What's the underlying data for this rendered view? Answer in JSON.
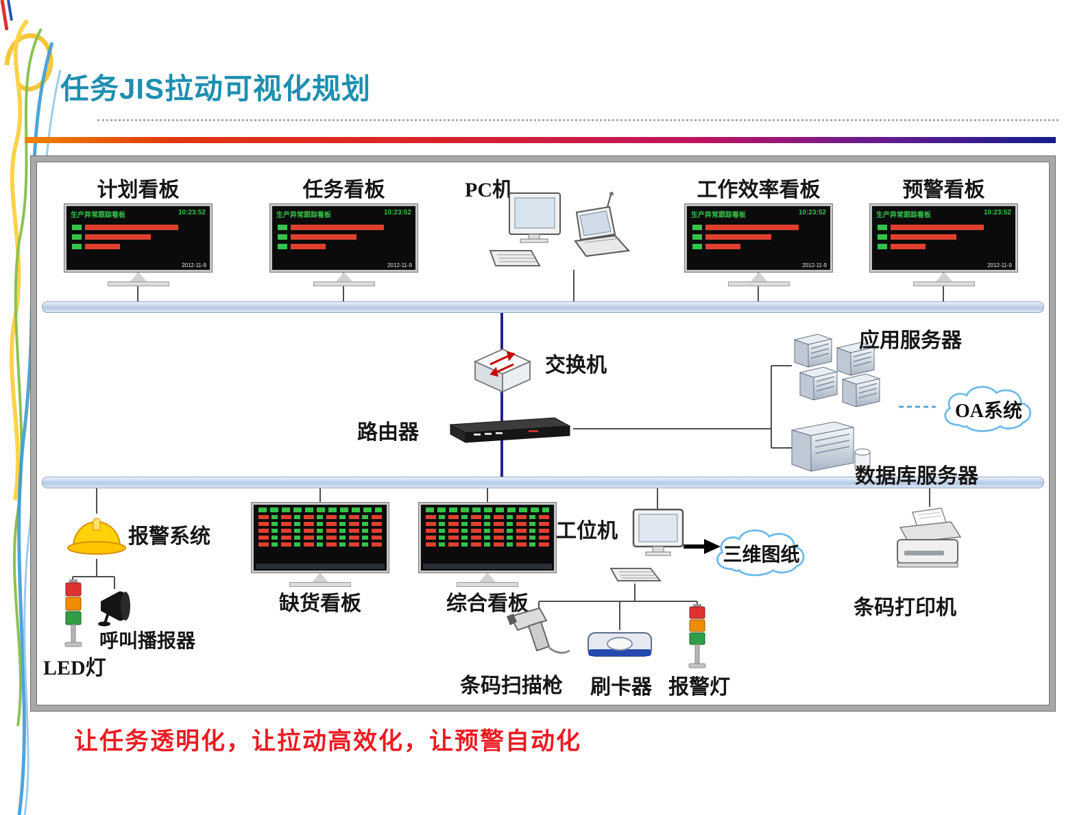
{
  "slide": {
    "title": "任务JIS拉动可视化规划",
    "footer": "让任务透明化，让拉动高效化，让预警自动化"
  },
  "led_screen": {
    "title": "生产异常跟踪看板",
    "time": "10:23:52",
    "date": "2012-11-9"
  },
  "nodes": {
    "plan_board": "计划看板",
    "task_board": "任务看板",
    "pc": "PC机",
    "efficiency_board": "工作效率看板",
    "warning_board": "预警看板",
    "switch": "交换机",
    "router": "路由器",
    "app_server": "应用服务器",
    "oa_system": "OA系统",
    "db_server": "数据库服务器",
    "alarm_system": "报警系统",
    "led_light": "LED灯",
    "call_broadcaster": "呼叫播报器",
    "shortage_board": "缺货看板",
    "comprehensive_board": "综合看板",
    "workstation": "工位机",
    "three_d_drawing": "三维图纸",
    "barcode_printer": "条码打印机",
    "barcode_scanner": "条码扫描枪",
    "card_reader": "刷卡器",
    "alarm_light": "报警灯"
  },
  "colors": {
    "title": "#1E8FB0",
    "footer_text": "#EC1B23",
    "bus": "#B4C8E4",
    "backbone": "#23238E",
    "helmet_yellow": "#FFD20A",
    "screen_green": "#35C24A",
    "screen_red": "#E0402F"
  }
}
